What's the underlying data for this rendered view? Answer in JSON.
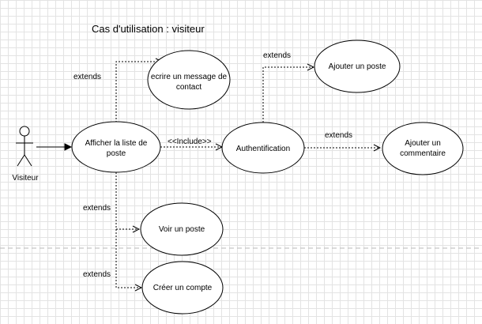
{
  "diagram": {
    "title": "Cas d'utilisation : visiteur",
    "actor": {
      "name": "Visiteur",
      "icon": "stick-figure-actor-icon"
    },
    "use_cases": {
      "afficher": [
        "Afficher la liste de",
        "poste"
      ],
      "ecrire": [
        "ecrire un message de",
        "contact"
      ],
      "voir": [
        "Voir un poste"
      ],
      "creer": [
        "Créer un compte"
      ],
      "auth": [
        "Authentification"
      ],
      "ajouter_poste": [
        "Ajouter un poste"
      ],
      "ajouter_commentaire": [
        "Ajouter un",
        "commentaire"
      ]
    },
    "relations": {
      "extends_label": "extends",
      "include_label": "<<Include>>"
    }
  }
}
